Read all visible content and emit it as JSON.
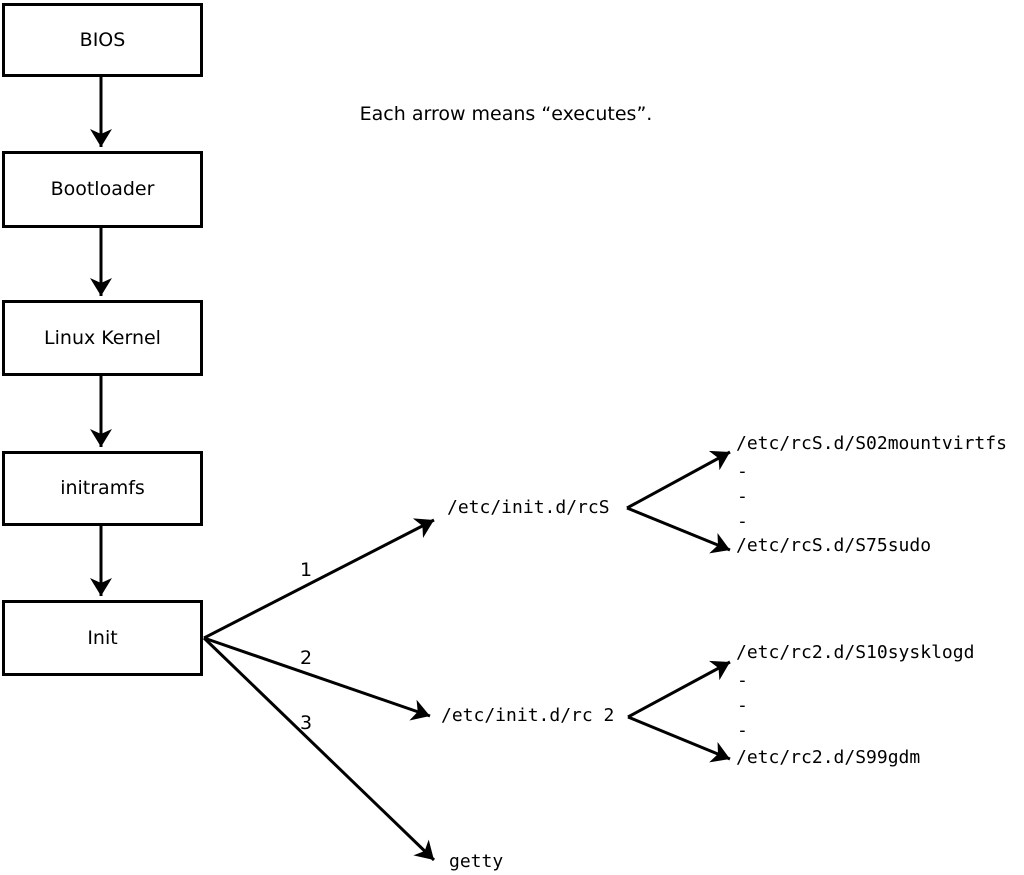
{
  "caption": "Each arrow means “executes”.",
  "chain": [
    {
      "label": "BIOS"
    },
    {
      "label": "Bootloader"
    },
    {
      "label": "Linux Kernel"
    },
    {
      "label": "initramfs"
    },
    {
      "label": "Init"
    }
  ],
  "init_branches": [
    {
      "order": "1",
      "target": "/etc/init.d/rcS",
      "children": [
        "/etc/rcS.d/S02mountvirtfs",
        "-",
        "-",
        "-",
        "/etc/rcS.d/S75sudo"
      ]
    },
    {
      "order": "2",
      "target": "/etc/init.d/rc 2",
      "children": [
        "/etc/rc2.d/S10sysklogd",
        "-",
        "-",
        "-",
        "/etc/rc2.d/S99gdm"
      ]
    },
    {
      "order": "3",
      "target": "getty",
      "children": []
    }
  ],
  "colors": {
    "background": "#ffffff",
    "line": "#000000",
    "box_fill": "#ffffff"
  }
}
